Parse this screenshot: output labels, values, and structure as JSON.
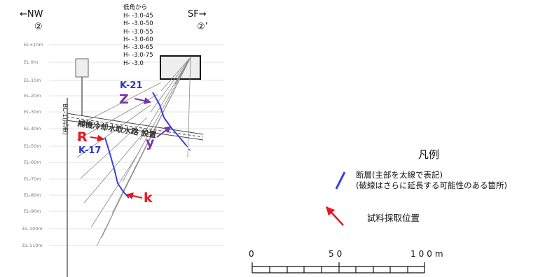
{
  "section": {
    "nw_label": "←NW",
    "nw_sub": "②",
    "sf_label": "SF→",
    "sf_sub": "②’",
    "angle_header": "低角から",
    "angle_lines": [
      "H- -3.0-45",
      "H- -3.0-50",
      "H- -3.0-55",
      "H- -3.0-60",
      "H- -3.0-65",
      "H- -3.0-75",
      "H- -3.0"
    ],
    "elevations": [
      "EL+10m",
      "EL 0m",
      "EL-10m",
      "EL-20m",
      "EL-30m",
      "EL-40m",
      "EL-50m",
      "EL-60m",
      "EL-70m",
      "EL-80m",
      "EL-90m",
      "EL-100m",
      "EL-110m"
    ],
    "borehole_label": "BL-1(孔番)",
    "tunnel_label": "補機冷却水取水路 設置",
    "k21_label": "K-21",
    "k17_label": "K-17",
    "sample_labels": [
      "Z",
      "R",
      "y",
      "k"
    ]
  },
  "legend": {
    "title": "凡例",
    "fault_line1": "断層(主部を太線で表記)",
    "fault_line2": "(破線はさらに延長する可能性のある箇所)",
    "sample_text": "試料採取位置"
  },
  "scale": {
    "labels": [
      "0",
      "50",
      "100m"
    ]
  },
  "colors": {
    "fault": "#3b3fd8",
    "sample_arrow": "#e8141e",
    "sample_arrow_right": "#7a35a8",
    "k_label": "#2a36c8"
  }
}
